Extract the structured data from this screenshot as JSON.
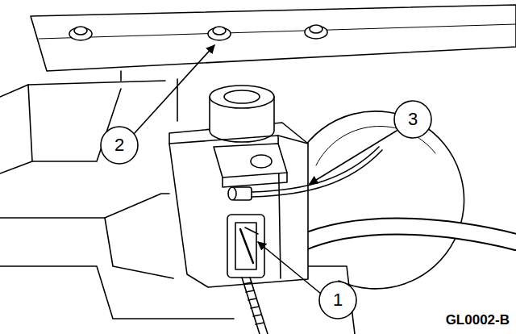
{
  "diagram": {
    "labels": [
      "3",
      "2",
      "1",
      "GL0002-B"
    ]
  }
}
